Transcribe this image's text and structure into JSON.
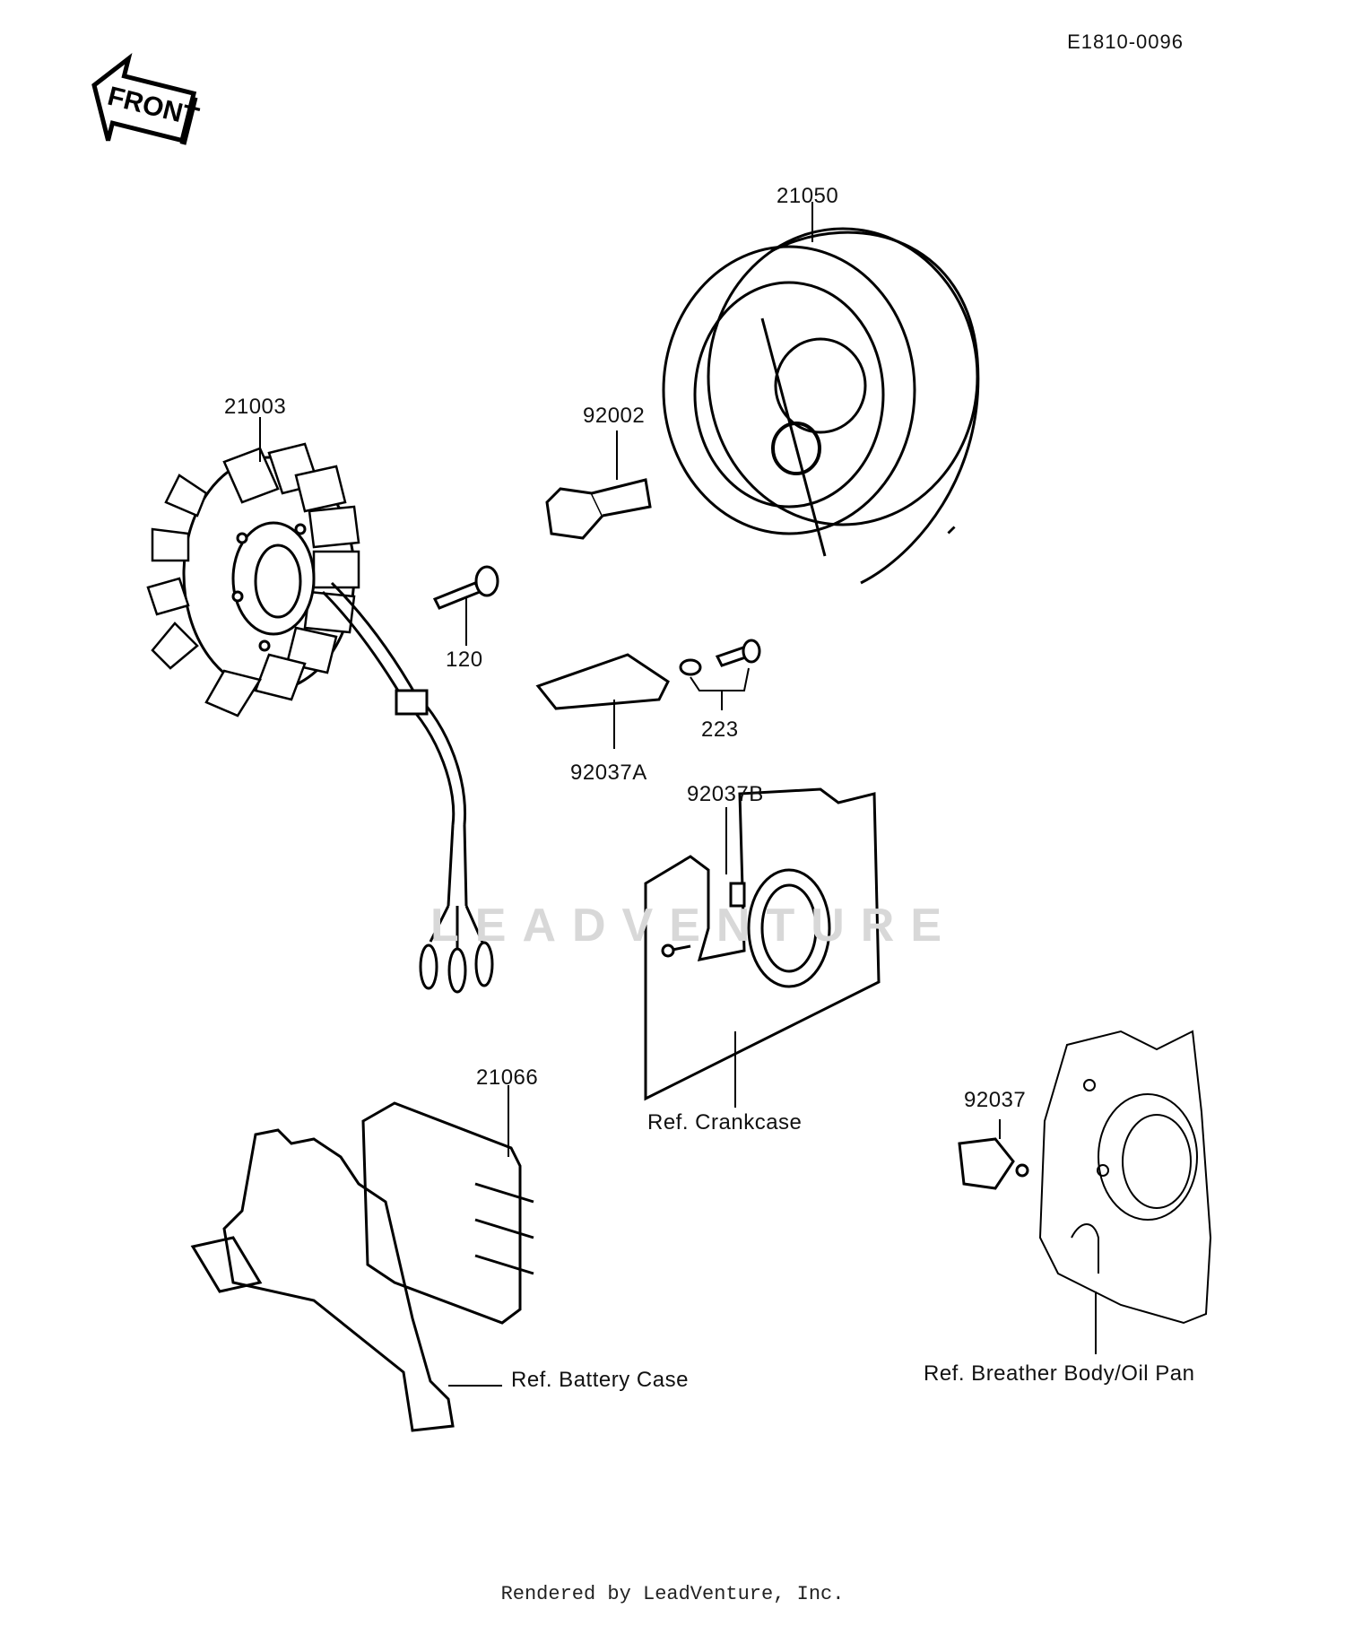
{
  "diagram_code": "E1810-0096",
  "front_label": "FRONT",
  "watermark": "LEADVENTURE",
  "footer": "Rendered by LeadVenture, Inc.",
  "parts": {
    "p21050": "21050",
    "p21003": "21003",
    "p92002": "92002",
    "p120": "120",
    "p223": "223",
    "p92037A": "92037A",
    "p92037B": "92037B",
    "p21066": "21066",
    "p92037": "92037"
  },
  "references": {
    "crankcase": "Ref. Crankcase",
    "battery_case": "Ref. Battery Case",
    "breather": "Ref. Breather Body/Oil Pan"
  }
}
